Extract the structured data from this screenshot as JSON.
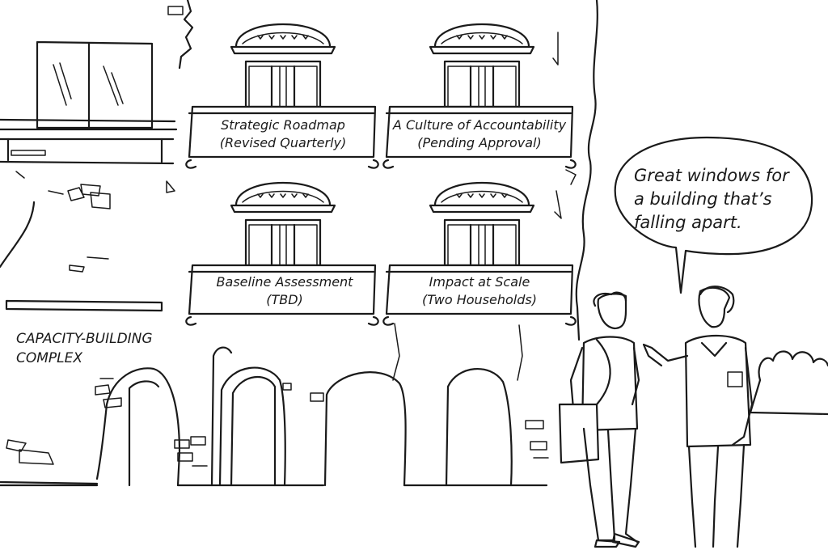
{
  "signs": [
    {
      "line1": "Strategic Roadmap",
      "line2": "(Revised Quarterly)"
    },
    {
      "line1": "A Culture of Accountability",
      "line2": "(Pending Approval)"
    },
    {
      "line1": "Baseline Assessment",
      "line2": "(TBD)"
    },
    {
      "line1": "Impact at Scale",
      "line2": "(Two Households)"
    }
  ],
  "caption": {
    "line1": "CAPACITY-BUILDING",
    "line2": "COMPLEX"
  },
  "speech_bubble": {
    "line1": "Great windows for",
    "line2": "a building that’s",
    "line3": "falling apart."
  }
}
